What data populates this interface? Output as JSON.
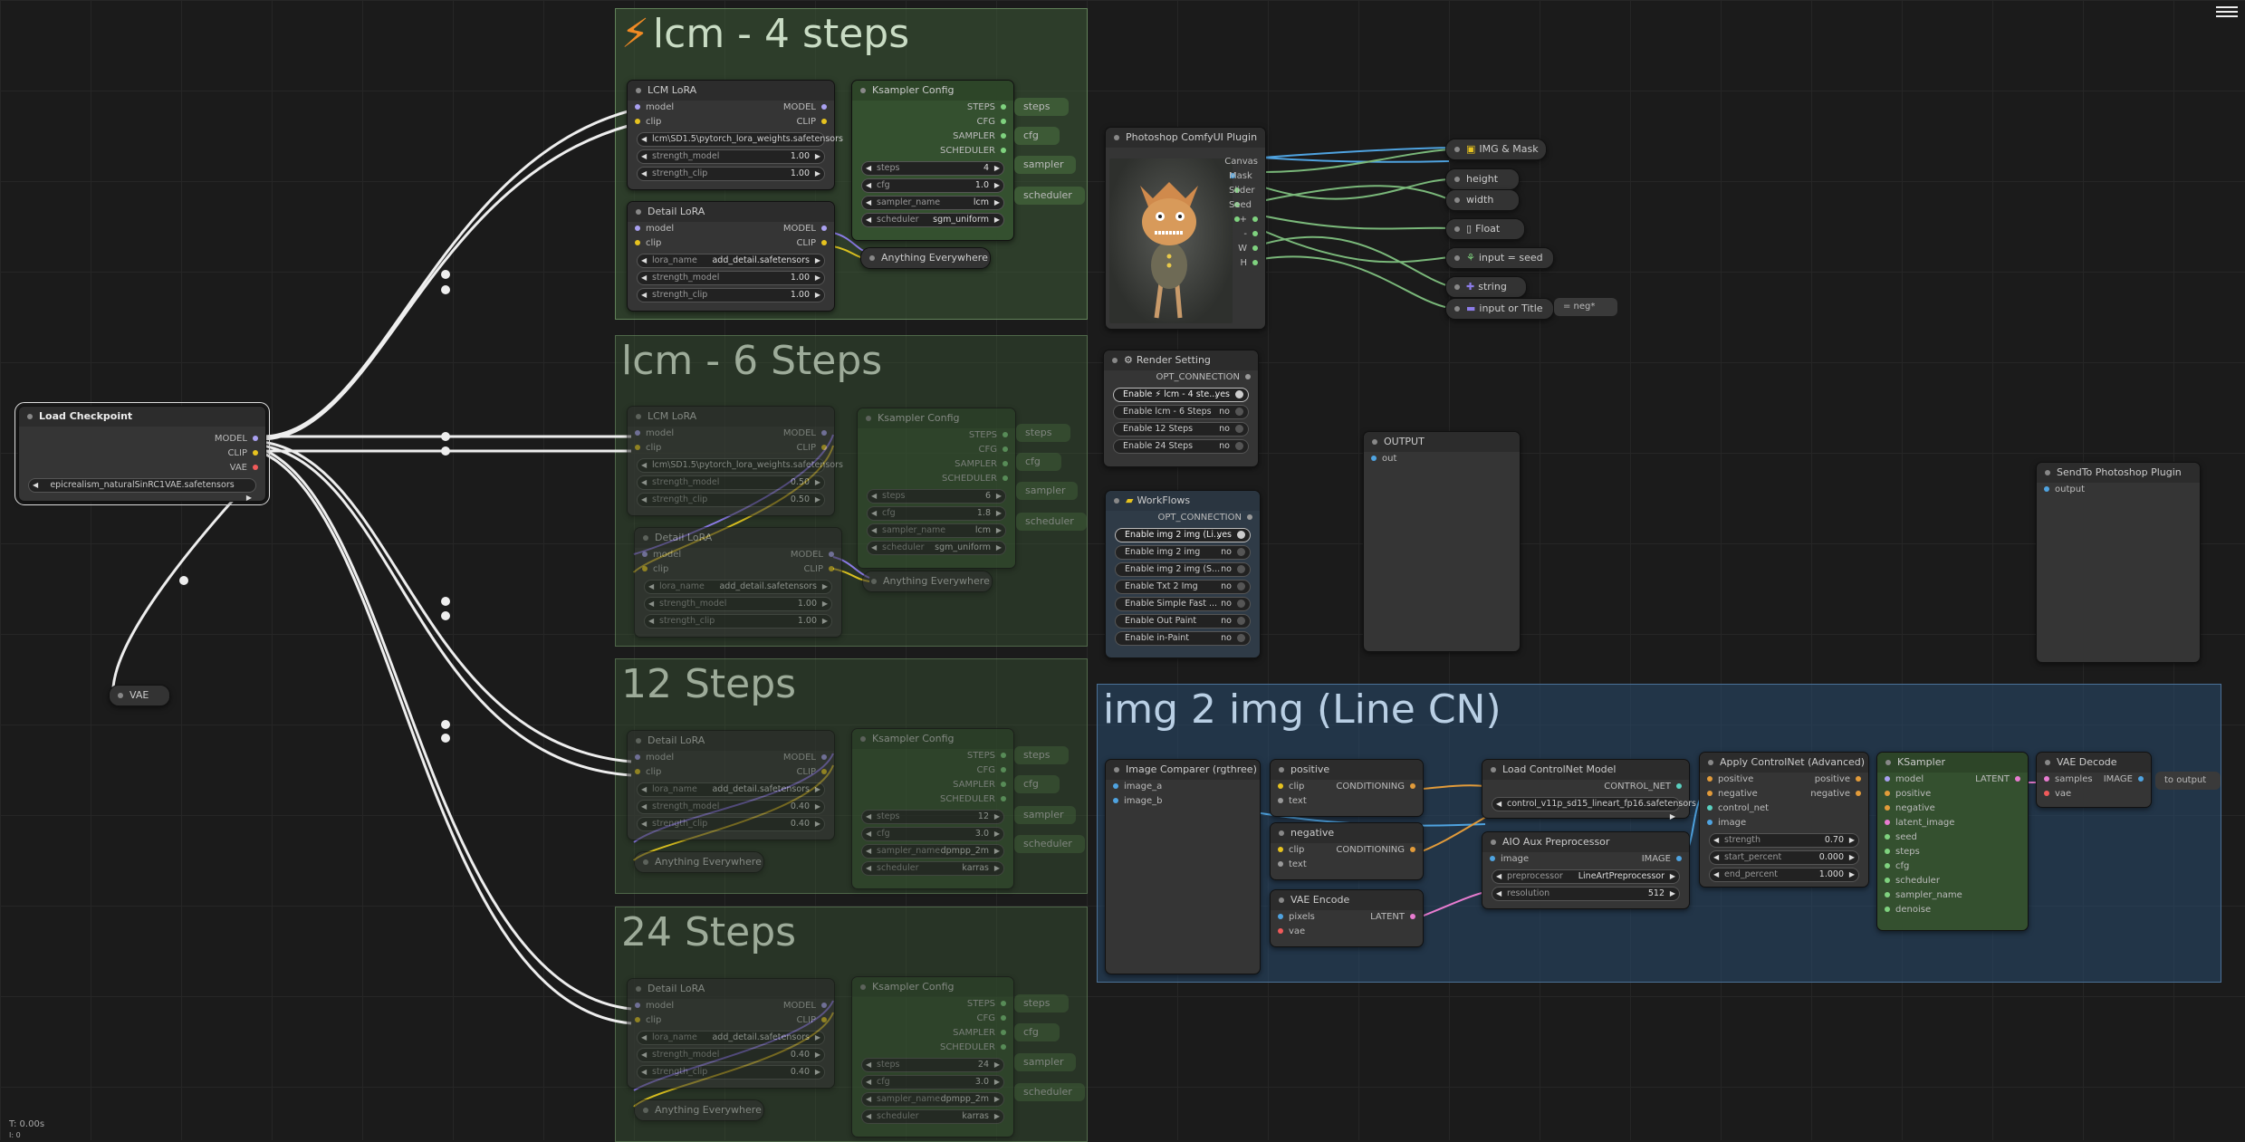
{
  "groups": {
    "g1": {
      "title": "lcm - 4 steps",
      "icon": "lightning-icon"
    },
    "g2": {
      "title": "lcm - 6 Steps"
    },
    "g3": {
      "title": "12 Steps"
    },
    "g4": {
      "title": "24 Steps"
    },
    "g5": {
      "title": "img 2 img (Line CN)"
    }
  },
  "load_checkpoint": {
    "title": "Load Checkpoint",
    "out_model": "MODEL",
    "out_clip": "CLIP",
    "out_vae": "VAE",
    "ckpt_name": "epicrealism_naturalSinRC1VAE.safetensors"
  },
  "vae_node": {
    "title": "VAE"
  },
  "g1_nodes": {
    "lcm_lora": {
      "title": "LCM LoRA",
      "in_model": "model",
      "in_clip": "clip",
      "out_model": "MODEL",
      "out_clip": "CLIP",
      "lora_name": "lcm\\SD1.5\\pytorch_lora_weights.safetensors",
      "strength_model_label": "strength_model",
      "strength_model": "1.00",
      "strength_clip_label": "strength_clip",
      "strength_clip": "1.00"
    },
    "detail_lora": {
      "title": "Detail LoRA",
      "in_model": "model",
      "in_clip": "clip",
      "out_model": "MODEL",
      "out_clip": "CLIP",
      "lora_label": "lora_name",
      "lora_name": "add_detail.safetensors",
      "strength_model_label": "strength_model",
      "strength_model": "1.00",
      "strength_clip_label": "strength_clip",
      "strength_clip": "1.00"
    },
    "ksampler_config": {
      "title": "Ksampler Config",
      "out_steps": "STEPS",
      "out_cfg": "CFG",
      "out_sampler": "SAMPLER",
      "out_scheduler": "SCHEDULER",
      "steps_label": "steps",
      "steps": "4",
      "cfg_label": "cfg",
      "cfg": "1.0",
      "sampler_label": "sampler_name",
      "sampler": "lcm",
      "scheduler_label": "scheduler",
      "scheduler": "sgm_uniform"
    },
    "anything": "Anything Everywhere",
    "reroutes": [
      "steps",
      "cfg",
      "sampler",
      "scheduler"
    ]
  },
  "g2_nodes": {
    "lcm_lora": {
      "title": "LCM LoRA",
      "in_model": "model",
      "in_clip": "clip",
      "out_model": "MODEL",
      "out_clip": "CLIP",
      "lora_name": "lcm\\SD1.5\\pytorch_lora_weights.safetensors",
      "strength_model_label": "strength_model",
      "strength_model": "0.50",
      "strength_clip_label": "strength_clip",
      "strength_clip": "0.50"
    },
    "detail_lora": {
      "title": "Detail LoRA",
      "in_model": "model",
      "in_clip": "clip",
      "out_model": "MODEL",
      "out_clip": "CLIP",
      "lora_label": "lora_name",
      "lora_name": "add_detail.safetensors",
      "strength_model_label": "strength_model",
      "strength_model": "1.00",
      "strength_clip_label": "strength_clip",
      "strength_clip": "1.00"
    },
    "ksampler_config": {
      "title": "Ksampler Config",
      "out_steps": "STEPS",
      "out_cfg": "CFG",
      "out_sampler": "SAMPLER",
      "out_scheduler": "SCHEDULER",
      "steps_label": "steps",
      "steps": "6",
      "cfg_label": "cfg",
      "cfg": "1.8",
      "sampler_label": "sampler_name",
      "sampler": "lcm",
      "scheduler_label": "scheduler",
      "scheduler": "sgm_uniform"
    },
    "anything": "Anything Everywhere",
    "reroutes": [
      "steps",
      "cfg",
      "sampler",
      "scheduler"
    ]
  },
  "g3_nodes": {
    "detail_lora": {
      "title": "Detail LoRA",
      "in_model": "model",
      "in_clip": "clip",
      "out_model": "MODEL",
      "out_clip": "CLIP",
      "lora_label": "lora_name",
      "lora_name": "add_detail.safetensors",
      "strength_model_label": "strength_model",
      "strength_model": "0.40",
      "strength_clip_label": "strength_clip",
      "strength_clip": "0.40"
    },
    "ksampler_config": {
      "title": "Ksampler Config",
      "out_steps": "STEPS",
      "out_cfg": "CFG",
      "out_sampler": "SAMPLER",
      "out_scheduler": "SCHEDULER",
      "steps_label": "steps",
      "steps": "12",
      "cfg_label": "cfg",
      "cfg": "3.0",
      "sampler_label": "sampler_name",
      "sampler": "dpmpp_2m",
      "scheduler_label": "scheduler",
      "scheduler": "karras"
    },
    "anything": "Anything Everywhere",
    "reroutes": [
      "steps",
      "cfg",
      "sampler",
      "scheduler"
    ]
  },
  "g4_nodes": {
    "detail_lora": {
      "title": "Detail LoRA",
      "in_model": "model",
      "in_clip": "clip",
      "out_model": "MODEL",
      "out_clip": "CLIP",
      "lora_label": "lora_name",
      "lora_name": "add_detail.safetensors",
      "strength_model_label": "strength_model",
      "strength_model": "0.40",
      "strength_clip_label": "strength_clip",
      "strength_clip": "0.40"
    },
    "ksampler_config": {
      "title": "Ksampler Config",
      "out_steps": "STEPS",
      "out_cfg": "CFG",
      "out_sampler": "SAMPLER",
      "out_scheduler": "SCHEDULER",
      "steps_label": "steps",
      "steps": "24",
      "cfg_label": "cfg",
      "cfg": "3.0",
      "sampler_label": "sampler_name",
      "sampler": "dpmpp_2m",
      "scheduler_label": "scheduler",
      "scheduler": "karras"
    },
    "anything": "Anything Everywhere",
    "reroutes": [
      "steps",
      "cfg",
      "sampler",
      "scheduler"
    ]
  },
  "photoshop": {
    "title": "Photoshop ComfyUI Plugin",
    "outputs": [
      "Canvas",
      "Mask",
      "Slider",
      "Seed",
      "+",
      "-",
      "W",
      "H"
    ]
  },
  "right_nodes": {
    "img_mask": "IMG & Mask",
    "height": "height",
    "width": "width",
    "float": "Float",
    "input_seed": "input = seed",
    "string": "string",
    "input_title": "input or Title",
    "neg": "= neg*"
  },
  "render_setting": {
    "title": "Render Setting",
    "opt": "OPT_CONNECTION",
    "toggles": [
      {
        "label": "Enable ⚡ lcm - 4 ste...",
        "value": "yes"
      },
      {
        "label": "Enable lcm - 6 Steps",
        "value": "no"
      },
      {
        "label": "Enable 12 Steps",
        "value": "no"
      },
      {
        "label": "Enable 24 Steps",
        "value": "no"
      }
    ]
  },
  "workflows": {
    "title": "WorkFlows",
    "opt": "OPT_CONNECTION",
    "toggles": [
      {
        "label": "Enable img 2 img (Li...",
        "value": "yes"
      },
      {
        "label": "Enable img 2 img",
        "value": "no"
      },
      {
        "label": "Enable img 2 img (S...",
        "value": "no"
      },
      {
        "label": "Enable Txt 2 Img",
        "value": "no"
      },
      {
        "label": "Enable Simple Fast ...",
        "value": "no"
      },
      {
        "label": "Enable Out Paint",
        "value": "no"
      },
      {
        "label": "Enable in-Paint",
        "value": "no"
      }
    ]
  },
  "output_node": {
    "title": "OUTPUT",
    "slot": "out"
  },
  "send_to_ps": {
    "title": "SendTo Photoshop Plugin",
    "slot": "output"
  },
  "img2img": {
    "comparer": {
      "title": "Image Comparer (rgthree)",
      "a": "image_a",
      "b": "image_b"
    },
    "positive": {
      "title": "positive",
      "clip": "clip",
      "text": "text",
      "out": "CONDITIONING"
    },
    "negative": {
      "title": "negative",
      "clip": "clip",
      "text": "text",
      "out": "CONDITIONING"
    },
    "vae_encode": {
      "title": "VAE Encode",
      "pixels": "pixels",
      "vae": "vae",
      "out": "LATENT"
    },
    "load_cn": {
      "title": "Load ControlNet Model",
      "out": "CONTROL_NET",
      "name": "control_v11p_sd15_lineart_fp16.safetensors"
    },
    "aio": {
      "title": "AIO Aux Preprocessor",
      "in": "image",
      "out": "IMAGE",
      "pre_label": "preprocessor",
      "pre": "LineArtPreprocessor",
      "res_label": "resolution",
      "res": "512"
    },
    "apply_cn": {
      "title": "Apply ControlNet (Advanced)",
      "in_pos": "positive",
      "in_neg": "negative",
      "in_cn": "control_net",
      "in_img": "image",
      "out_pos": "positive",
      "out_neg": "negative",
      "strength_label": "strength",
      "strength": "0.70",
      "start_label": "start_percent",
      "start": "0.000",
      "end_label": "end_percent",
      "end": "1.000"
    },
    "ksampler": {
      "title": "KSampler",
      "out": "LATENT",
      "inputs": [
        "model",
        "positive",
        "negative",
        "latent_image",
        "seed",
        "steps",
        "cfg",
        "scheduler",
        "sampler_name",
        "denoise"
      ]
    },
    "vae_decode": {
      "title": "VAE Decode",
      "samples": "samples",
      "vae": "vae",
      "out": "IMAGE"
    },
    "to_output": "to output"
  },
  "hud": {
    "time": "T: 0.00s",
    "line2": "I: 0"
  }
}
